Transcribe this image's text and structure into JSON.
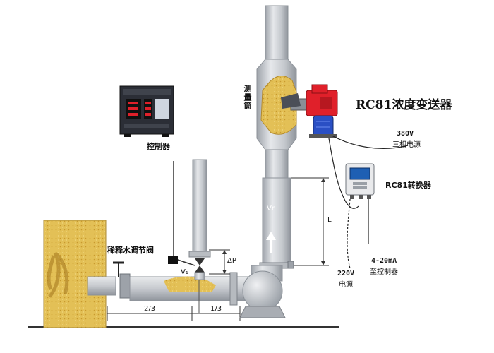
{
  "labels": {
    "controller": "控制器",
    "dilution_valve": "稀释水调节阀",
    "measure_tube": "测量筒",
    "transmitter": "RC81浓度变送器",
    "converter": "RC81转换器",
    "power_380": "380V",
    "power_380_desc": "三相电源",
    "power_220": "220V",
    "power_220_desc": "电源",
    "signal": "4-20mA",
    "signal_desc": "至控制器",
    "flow_vr": "Vr",
    "flow_v1": "V₁",
    "delta_p": "ΔP",
    "length_l": "L",
    "ratio_left": "2/3",
    "ratio_right": "1/3"
  },
  "colors": {
    "pipe": "#c9ccd1",
    "pipe_edge": "#8e939a",
    "pulp": "#e3c056",
    "transmitter_red": "#e0202a",
    "motor_blue": "#2a4fc4",
    "panel_dark": "#2b2e36"
  }
}
